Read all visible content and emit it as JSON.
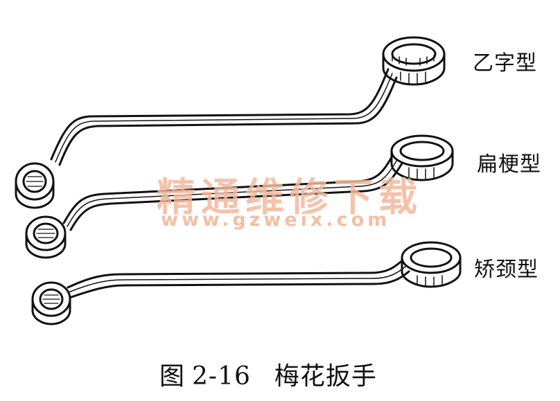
{
  "labels": {
    "z_type": "乙字型",
    "flat_type": "扁梗型",
    "offset_type": "矫颈型"
  },
  "caption": {
    "prefix": "图",
    "number": "2-16",
    "title": "梅花扳手"
  },
  "watermark": {
    "title": "精通维修下载",
    "url": "www.gzweix.com"
  },
  "colors": {
    "ink": "#111111",
    "watermark": "#f3b89c"
  }
}
